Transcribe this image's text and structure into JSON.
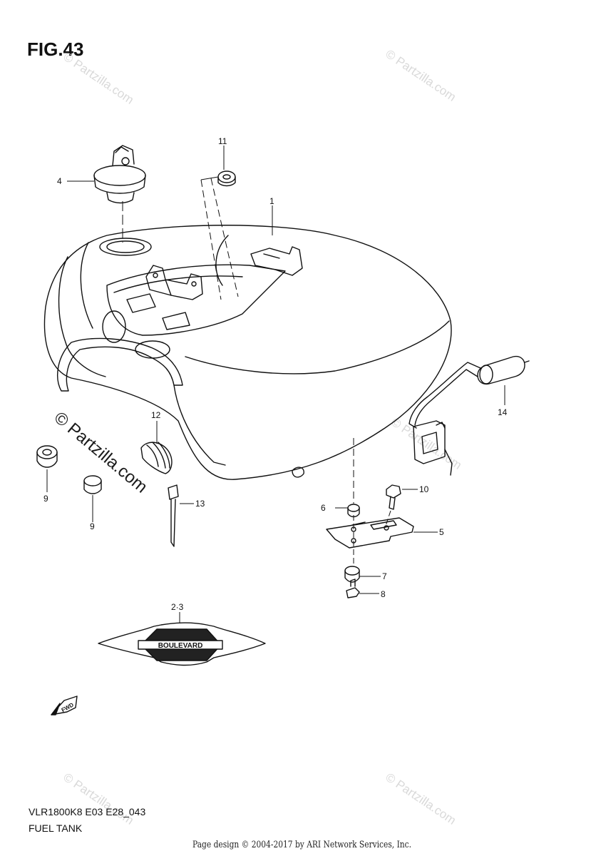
{
  "figure": {
    "title": "FIG.43"
  },
  "model_code": "VLR1800K8 E03 E28_043",
  "section_name": "FUEL TANK",
  "footer": "Page design © 2004-2017 by ARI Network Services, Inc.",
  "watermark": "© Partzilla.com",
  "callouts": {
    "c1": "1",
    "c23": "2·3",
    "c4": "4",
    "c5": "5",
    "c6": "6",
    "c7": "7",
    "c8": "8",
    "c9a": "9",
    "c9b": "9",
    "c10": "10",
    "c11": "11",
    "c12": "12",
    "c13": "13",
    "c14": "14"
  },
  "emblem_text": "BOULEVARD",
  "fwd_text": "FWD"
}
